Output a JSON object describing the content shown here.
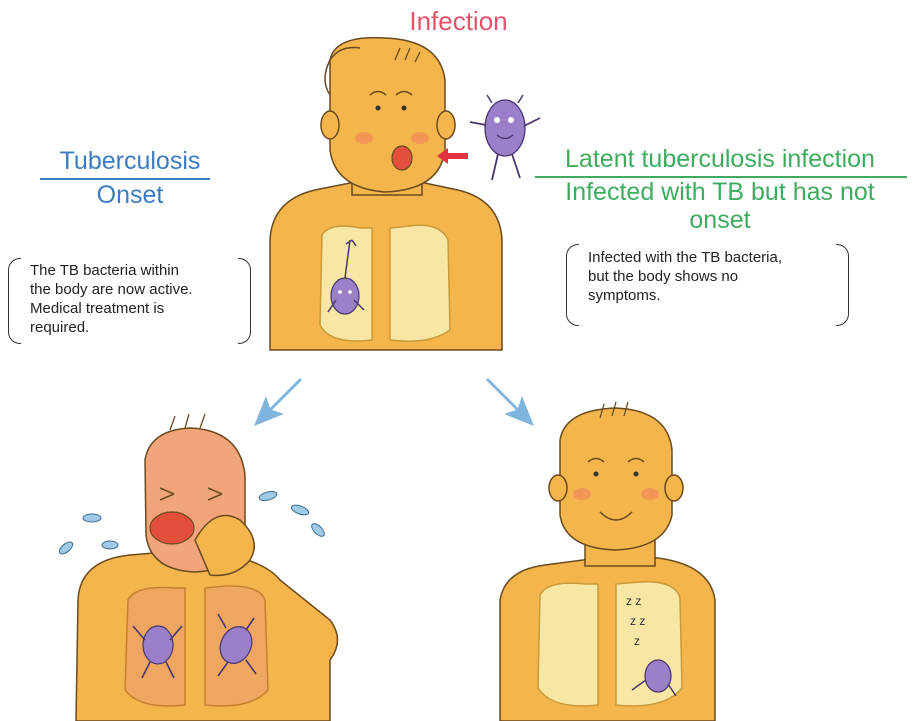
{
  "title": "Infection",
  "left": {
    "title_line1": "Tuberculosis",
    "title_line2": "Onset",
    "note_line1": "The TB bacteria within",
    "note_line2": "the body are now active.",
    "note_line3": "Medical treatment is",
    "note_line4": "required."
  },
  "right": {
    "title_line1": "Latent tuberculosis infection",
    "title_line2": "Infected with TB but has not",
    "title_line3": "onset",
    "note_line1": "Infected with the TB bacteria,",
    "note_line2": "but the body shows no",
    "note_line3": "symptoms."
  },
  "colors": {
    "infection": "#e4536b",
    "tuberculosis": "#3a7cc4",
    "latent": "#3eab5f",
    "skin": "#f3b54c",
    "arrow": "#7fb4de",
    "bacteria": "#9b7fc8"
  }
}
